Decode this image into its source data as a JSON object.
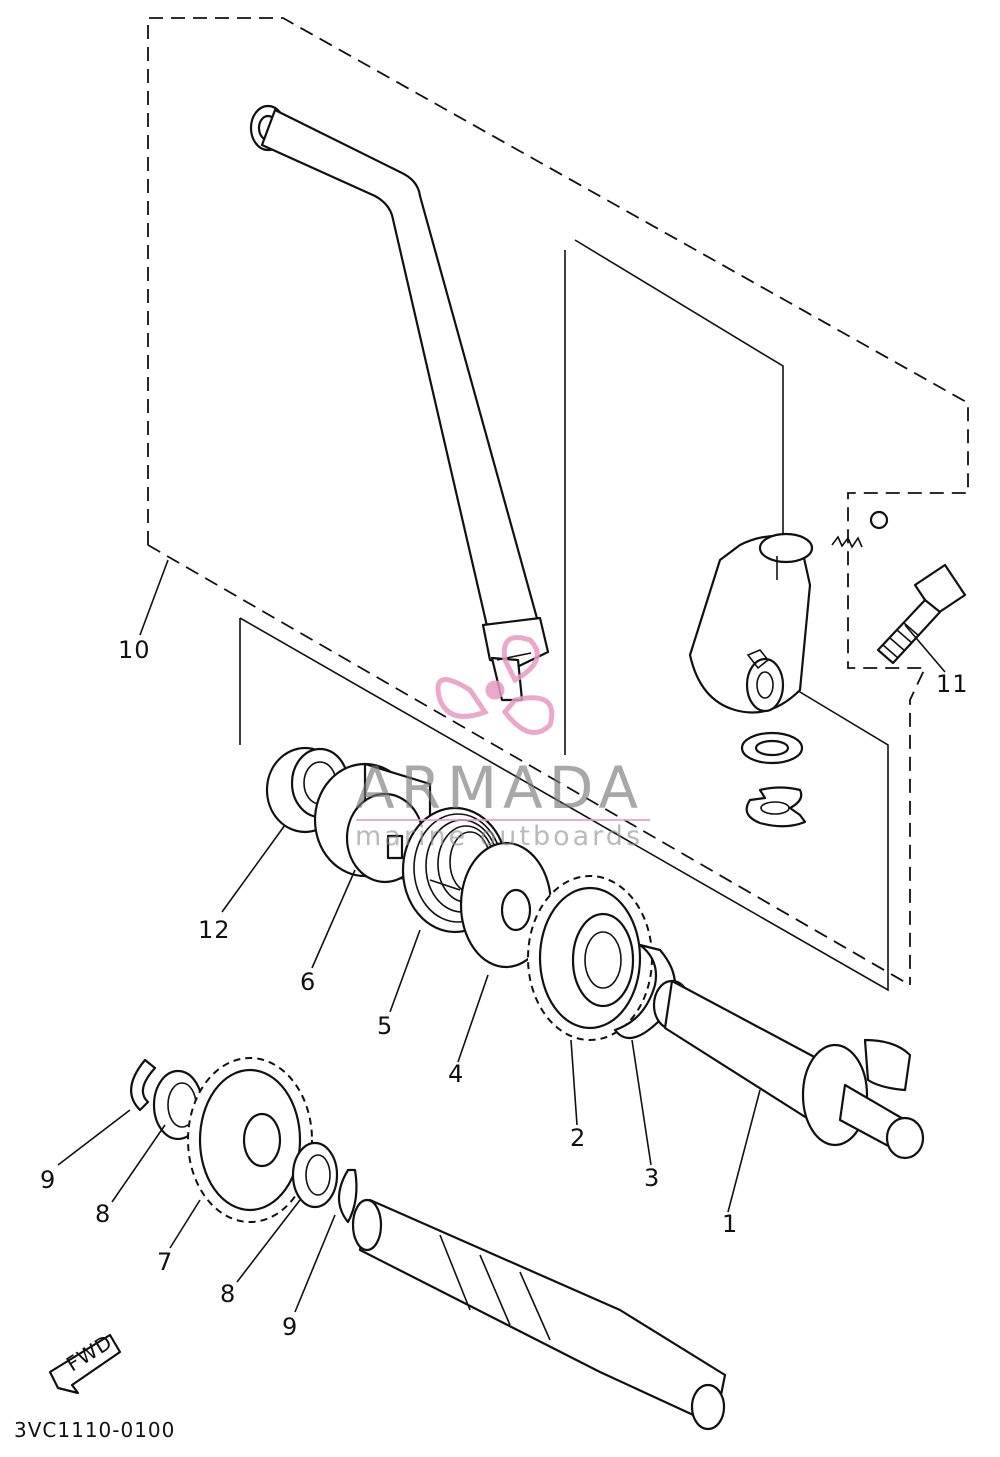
{
  "diagram_code": "3VC1110-0100",
  "watermark": {
    "brand": "ARMADA",
    "tagline": "marine outboards",
    "logo_color": "#e89ac2"
  },
  "fwd_label": "FWD",
  "callouts": [
    {
      "id": "1",
      "text": "1"
    },
    {
      "id": "2",
      "text": "2"
    },
    {
      "id": "3",
      "text": "3"
    },
    {
      "id": "4",
      "text": "4"
    },
    {
      "id": "5",
      "text": "5"
    },
    {
      "id": "6",
      "text": "6"
    },
    {
      "id": "7",
      "text": "7"
    },
    {
      "id": "8a",
      "text": "8"
    },
    {
      "id": "8b",
      "text": "8"
    },
    {
      "id": "9a",
      "text": "9"
    },
    {
      "id": "9b",
      "text": "9"
    },
    {
      "id": "10",
      "text": "10"
    },
    {
      "id": "11",
      "text": "11"
    },
    {
      "id": "12",
      "text": "12"
    }
  ]
}
